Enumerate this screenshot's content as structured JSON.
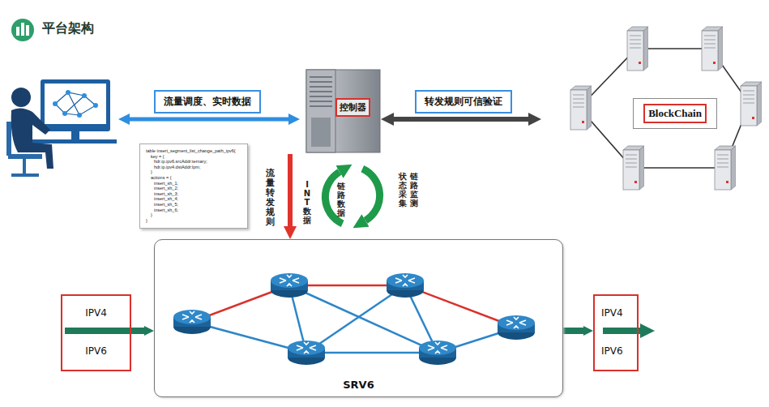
{
  "diagram": {
    "title": "平台架构",
    "nodes": [
      {
        "text": [
          "流量调度、实时数据"
        ]
      },
      {
        "text": [
          "控制器"
        ]
      },
      {
        "text": [
          "转发规则可信验证"
        ]
      },
      {
        "text": [
          "BlockChain"
        ]
      },
      {
        "text": [
          "table insert_segment_list_change_path_ipv6{",
          "key = {",
          "hdr.ip.ipv6.srcAddr:ternary;",
          "hdr.ip.ipv4.dstAddr:lpm;",
          "}",
          "actions = {",
          "insert_sh_1;",
          "insert_sh_2;",
          "insert_sh_3;",
          "insert_sh_4;",
          "insert_sh_5;",
          "insert_sh_6;",
          "}",
          "}"
        ]
      },
      {
        "text": [
          "SRV6"
        ]
      },
      {
        "text": [
          "IPV4",
          "IPV6"
        ]
      },
      {
        "text": [
          "IPV4",
          "IPV6"
        ]
      }
    ],
    "edges": [
      {
        "from": 1,
        "to": 3,
        "arrow": "both"
      },
      {
        "from": 1,
        "to": 5,
        "arrow": "to"
      },
      {
        "from": 6,
        "to": 5,
        "arrow": "to"
      },
      {
        "from": 5,
        "to": 7,
        "arrow": "to"
      }
    ],
    "labels": [
      "流量转发规则",
      "INT数据",
      "链路数据",
      "状态采集",
      "链路监测"
    ]
  }
}
